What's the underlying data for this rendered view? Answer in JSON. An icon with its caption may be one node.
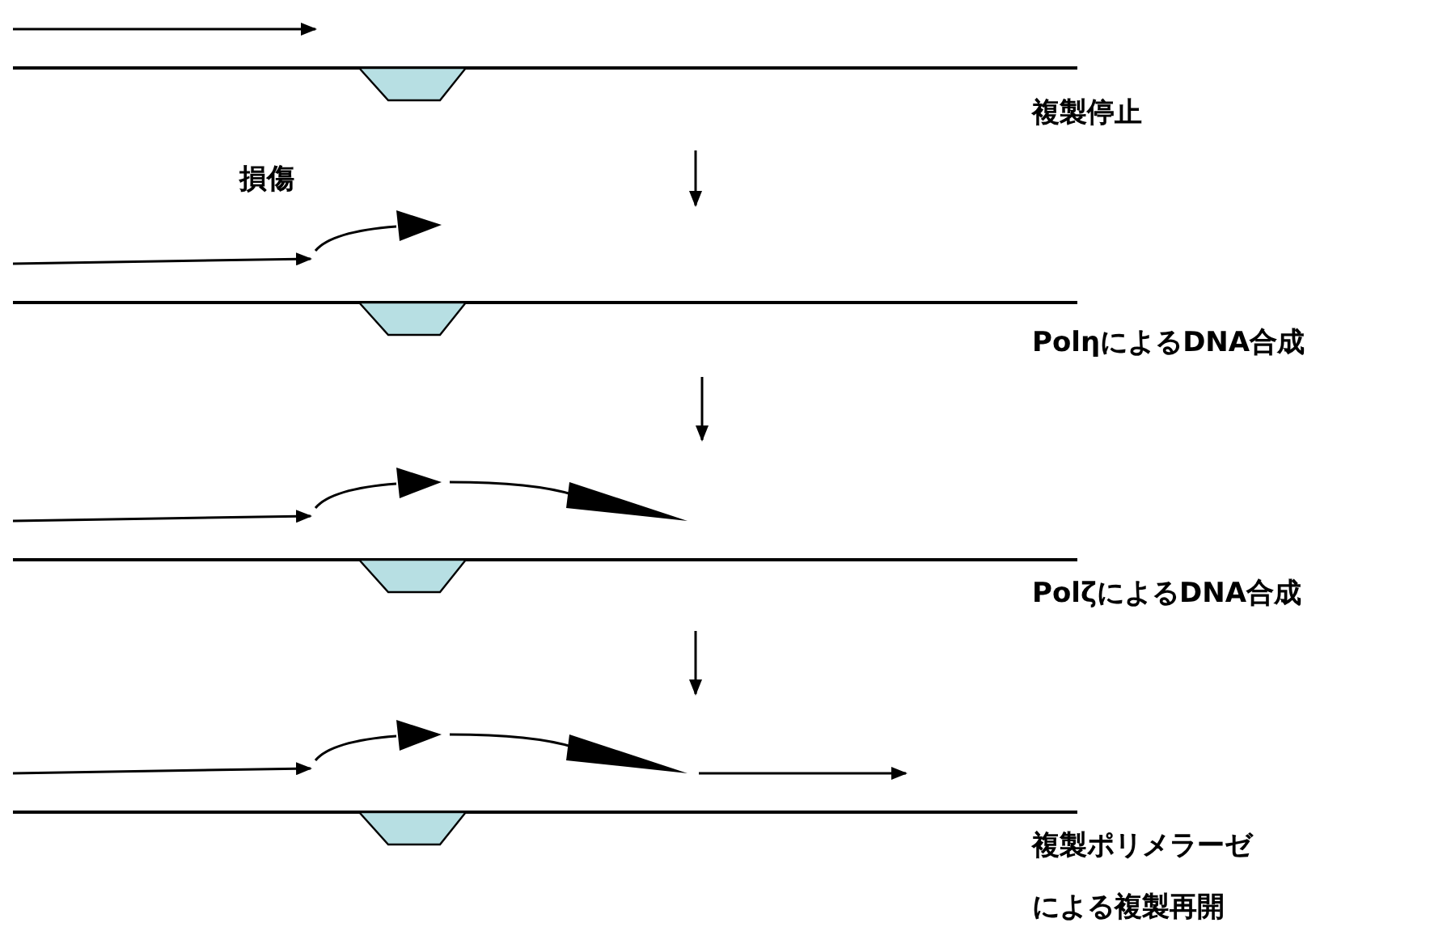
{
  "diagram": {
    "nodes": [
      {
        "text": [
          "複製停止"
        ]
      },
      {
        "text": [
          "PolηによるDNA合成"
        ]
      },
      {
        "text": [
          "PolζによるDNA合成"
        ]
      },
      {
        "text": [
          "複製ポリメラーゼによる複製再開"
        ]
      }
    ],
    "edges": [
      {
        "from": 0,
        "to": 1,
        "arrow": "to"
      },
      {
        "from": 1,
        "to": 2,
        "arrow": "to"
      },
      {
        "from": 2,
        "to": 3,
        "arrow": "to"
      }
    ],
    "labels": [
      "損傷"
    ]
  }
}
